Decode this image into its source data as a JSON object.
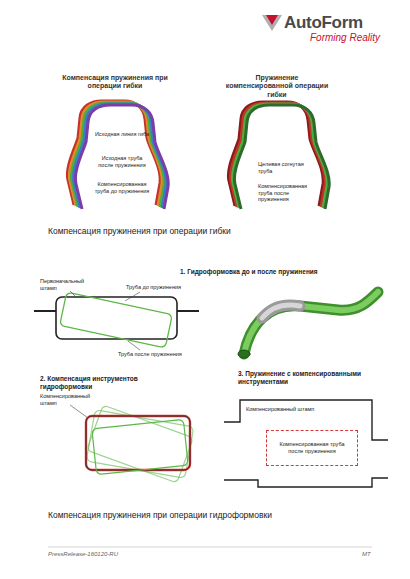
{
  "diagram": {
    "nodes": [
      {
        "text": [
          "Компенсированная труба после пружинения"
        ]
      }
    ],
    "labels": [
      "AutoForm",
      "Forming Reality",
      "Компенсация пружинения при операции гибки",
      "Пружинение компенсированной операции гибки",
      "Исходная линия гиба",
      "Исходная труба после пружинения",
      "Компенсированная труба до пружинения",
      "Целевая согнутая труба",
      "Компенсированная труба после пружинения",
      "Компенсация пружинения при операции гибки",
      "1. Гидроформовка до и после пружинения",
      "Первоначальный штамп",
      "Труба до пружинения",
      "Труба после пружинения",
      "2. Компенсация инструментов гидроформовки",
      "Компенсированный штамп",
      "3. Пружинение с компенсированными инструментами",
      "Компенсированный штамп",
      "Компенсация пружинения при операции гидроформовки",
      "PressRelease-160120-RU",
      "MT"
    ]
  }
}
